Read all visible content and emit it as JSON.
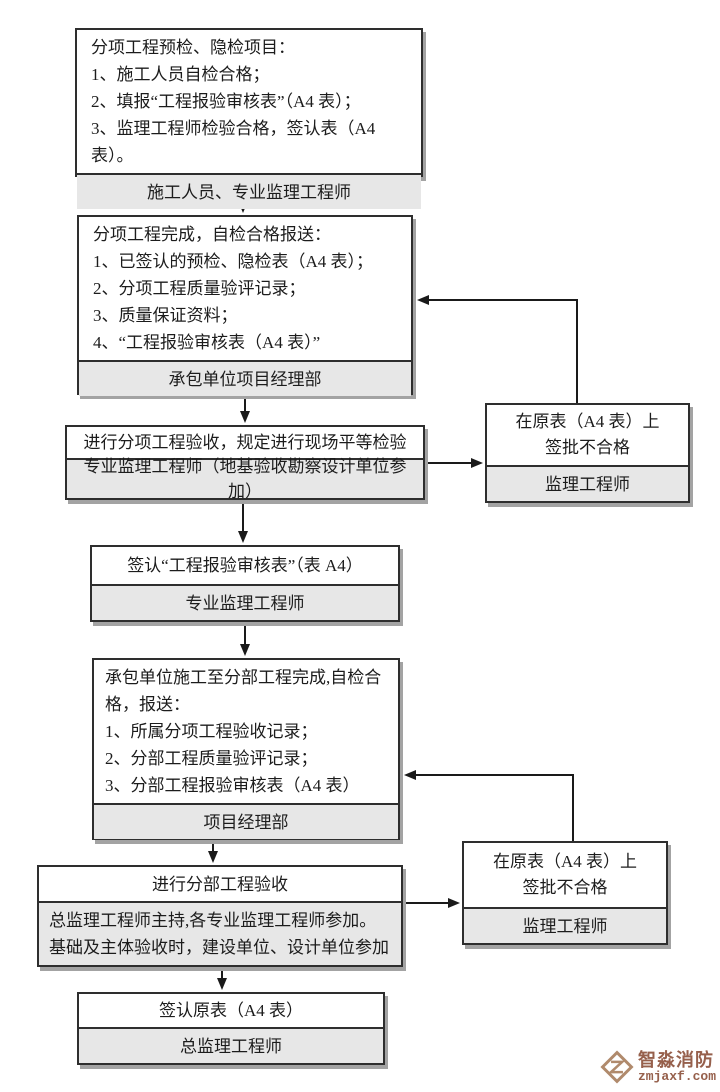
{
  "flowchart": {
    "step1": {
      "lines": [
        "分项工程预检、隐检项目：",
        "1、施工人员自检合格；",
        "2、填报“工程报验审核表”（A4 表）；",
        "3、监理工程师检验合格，签认表（A4 表）。"
      ],
      "actor": "施工人员、专业监理工程师"
    },
    "step2": {
      "lines": [
        "分项工程完成，自检合格报送：",
        "1、已签认的预检、隐检表（A4 表）；",
        "2、分项工程质量验评记录；",
        "3、质量保证资料；",
        "4、“工程报验审核表（A4 表）”"
      ],
      "actor": "承包单位项目经理部"
    },
    "step3": {
      "title": "进行分项工程验收，规定进行现场平等检验",
      "actor": "专业监理工程师（地基验收勘察设计单位参加）"
    },
    "reject1": {
      "line1": "在原表（A4 表）上",
      "line2": "签批不合格",
      "actor": "监理工程师"
    },
    "step4": {
      "title": "签认“工程报验审核表”（表 A4）",
      "actor": "专业监理工程师"
    },
    "step5": {
      "lines": [
        "承包单位施工至分部工程完成,自检合格，报送：",
        "1、所属分项工程验收记录；",
        "2、分部工程质量验评记录；",
        "3、分部工程报验审核表（A4 表）"
      ],
      "actor": "项目经理部"
    },
    "step6": {
      "title": "进行分部工程验收",
      "note": "总监理工程师主持,各专业监理工程师参加。基础及主体验收时，建设单位、设计单位参加"
    },
    "reject2": {
      "line1": "在原表（A4 表）上",
      "line2": "签批不合格",
      "actor": "监理工程师"
    },
    "step7": {
      "title": "签认原表（A4 表）",
      "actor": "总监理工程师"
    }
  },
  "watermark": {
    "brand": "智淼消防",
    "domain": "zmjaxf.com"
  },
  "colors": {
    "box_border": "#2e2e2e",
    "footer_bg": "#e7e7e7",
    "connector": "#1a1a1a",
    "shadow": "#a3a3a3",
    "watermark": "#96604c"
  }
}
